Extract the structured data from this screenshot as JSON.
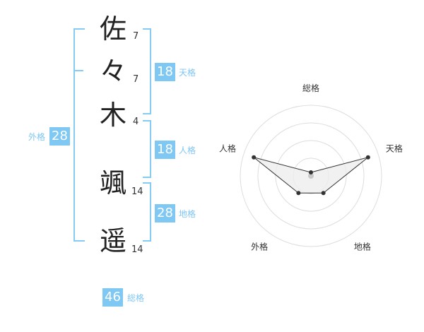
{
  "name": {
    "chars": [
      {
        "char": "佐",
        "strokes": "7"
      },
      {
        "char": "々",
        "strokes": "7"
      },
      {
        "char": "木",
        "strokes": "4"
      },
      {
        "char": "颯",
        "strokes": "14"
      },
      {
        "char": "遥",
        "strokes": "14"
      }
    ]
  },
  "scores": {
    "tenkaku": {
      "value": "18",
      "label": "天格"
    },
    "jinkaku": {
      "value": "18",
      "label": "人格"
    },
    "chikaku": {
      "value": "28",
      "label": "地格"
    },
    "gaikaku": {
      "value": "28",
      "label": "外格"
    },
    "soukaku": {
      "value": "46",
      "label": "総格"
    }
  },
  "chart_data": {
    "type": "radar",
    "axes": [
      "総格",
      "天格",
      "地格",
      "外格",
      "人格"
    ],
    "values": [
      0.05,
      0.85,
      0.3,
      0.3,
      0.85
    ],
    "max": 1,
    "rings": 4,
    "colors": {
      "fill": "#eeeeee",
      "line": "#333333",
      "grid": "#dddddd",
      "point": "#333333",
      "center": "#c8c8c8"
    }
  }
}
